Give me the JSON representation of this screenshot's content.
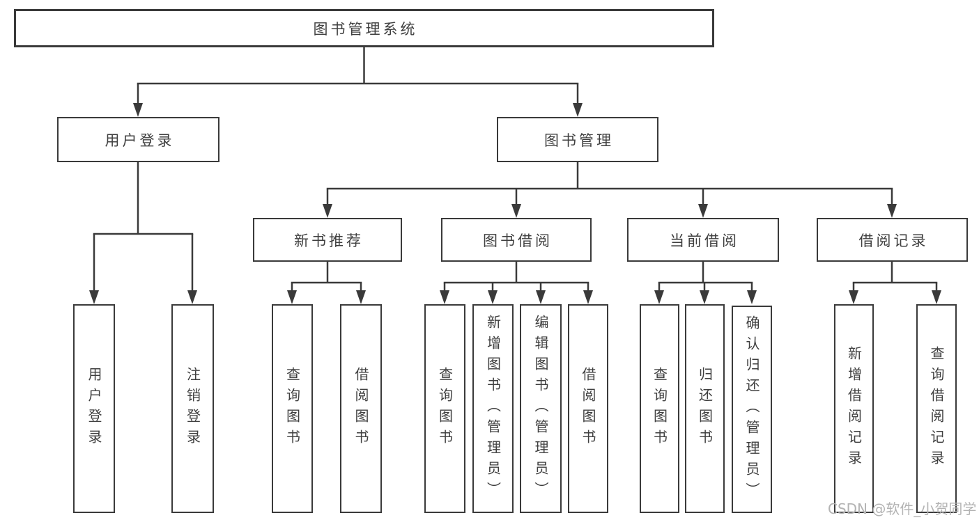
{
  "diagram": {
    "root": {
      "label": "图书管理系统"
    },
    "level2": [
      {
        "label": "用户登录"
      },
      {
        "label": "图书管理"
      }
    ],
    "level3": [
      {
        "label": "新书推荐"
      },
      {
        "label": "图书借阅"
      },
      {
        "label": "当前借阅"
      },
      {
        "label": "借阅记录"
      }
    ],
    "leaves": {
      "user_login": [
        {
          "label": "用户登录"
        },
        {
          "label": "注销登录"
        }
      ],
      "new_book": [
        {
          "label": "查询图书"
        },
        {
          "label": "借阅图书"
        }
      ],
      "book_borrow": [
        {
          "label": "查询图书"
        },
        {
          "label": "新增图书（管理员）"
        },
        {
          "label": "编辑图书（管理员）"
        },
        {
          "label": "借阅图书"
        }
      ],
      "current_borrow": [
        {
          "label": "查询图书"
        },
        {
          "label": "归还图书"
        },
        {
          "label": "确认归还（管理员）"
        }
      ],
      "borrow_records": [
        {
          "label": "新增借阅记录"
        },
        {
          "label": "查询借阅记录"
        }
      ]
    }
  },
  "watermark": {
    "text": "CSDN @软件_小贺同学"
  },
  "colors": {
    "line": "#3a3a3a",
    "text": "#3f3f3f",
    "watermark": "#b3b3b3",
    "background": "#ffffff"
  }
}
